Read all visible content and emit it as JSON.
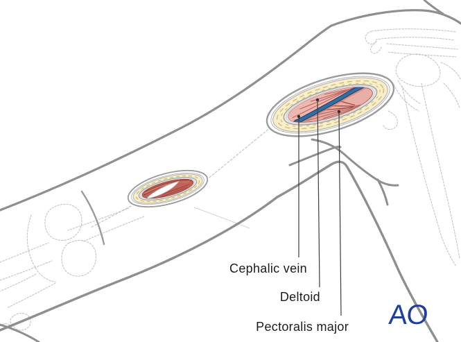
{
  "labels": [
    {
      "text": "Cephalic vein"
    },
    {
      "text": "Deltoid"
    },
    {
      "text": "Pectoralis major"
    }
  ],
  "logo": {
    "text": "AO",
    "color": "#1e3f9c"
  },
  "colors": {
    "background": "#ffffff",
    "outline": "#8f8f8f",
    "ghost_bone": "#c4c4c4",
    "skin_edge": "#9a9a9a",
    "fat": "#f8eec8",
    "fat_lobule": "#cdb678",
    "fascia": "#97979a",
    "muscle_light": "#e9afa7",
    "muscle_fiber": "#b4625a",
    "muscle_deep": "#c2635a",
    "muscle_deep_fiber": "#8e3d36",
    "vein_fill": "#2f6fa6",
    "vein_outline": "#1d3a5a",
    "leader_line": "#3d3d3d",
    "label_text": "#1c1c1c"
  }
}
